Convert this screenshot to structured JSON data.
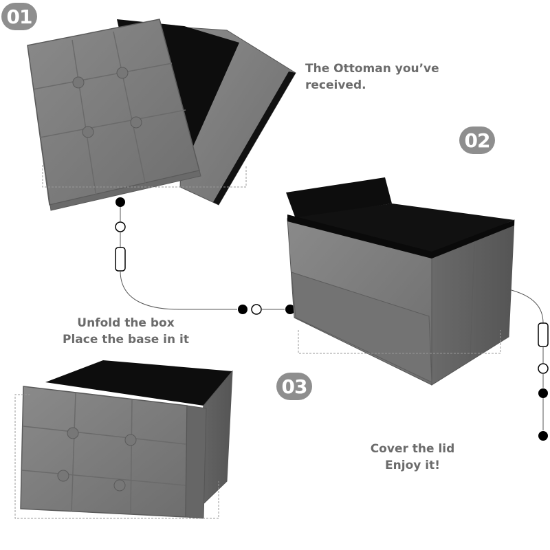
{
  "steps": [
    {
      "number": "01",
      "lines": [
        "The Ottoman you’ve",
        "received."
      ]
    },
    {
      "number": "02",
      "lines": [
        "Unfold the box",
        "Place the base in it"
      ]
    },
    {
      "number": "03",
      "lines": [
        "Cover the lid",
        "Enjoy it!"
      ]
    }
  ],
  "colors": {
    "badge": "#8e8e8e",
    "caption": "#6b6b6b",
    "fabric": "#7d7d7d",
    "lining": "#0d0d0d"
  }
}
